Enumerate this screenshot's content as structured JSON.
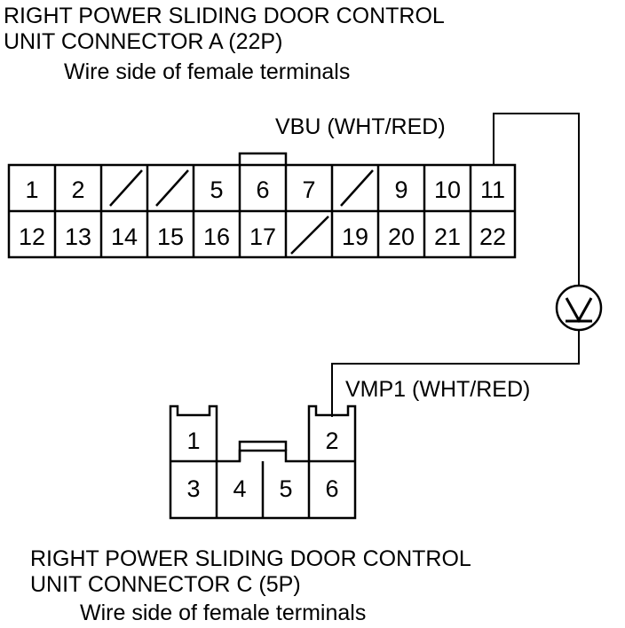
{
  "connector_a": {
    "title_line1": "RIGHT POWER SLIDING DOOR CONTROL",
    "title_line2": "UNIT CONNECTOR A (22P)",
    "subtitle": "Wire side of female terminals",
    "pins_row1": [
      "1",
      "2",
      "",
      "",
      "5",
      "6",
      "7",
      "",
      "9",
      "10",
      "11"
    ],
    "pins_row2": [
      "12",
      "13",
      "14",
      "15",
      "16",
      "17",
      "",
      "19",
      "20",
      "21",
      "22"
    ],
    "wire_label": "VBU (WHT/RED)"
  },
  "connector_c": {
    "title_line1": "RIGHT POWER SLIDING DOOR CONTROL",
    "title_line2": "UNIT CONNECTOR C (5P)",
    "subtitle": "Wire side of female terminals",
    "pins": [
      "1",
      "2",
      "3",
      "4",
      "5",
      "6"
    ],
    "wire_label": "VMP1 (WHT/RED)"
  },
  "meter": {
    "symbol": "V",
    "icon": "voltmeter-icon"
  }
}
